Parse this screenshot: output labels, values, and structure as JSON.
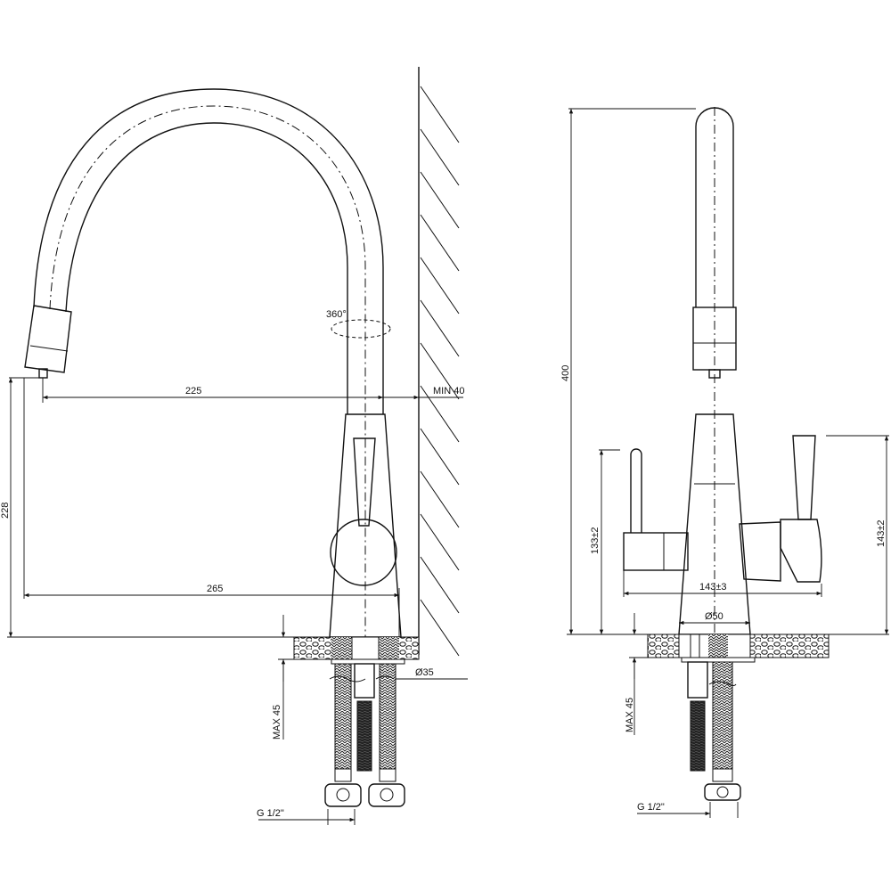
{
  "side_view": {
    "rotation_label": "360°",
    "reach_label": "225",
    "wall_clearance_label": "MIN 40",
    "spout_height_label": "228",
    "base_reach_label": "265",
    "hole_diameter_label": "Ø35",
    "max_thickness_label": "MAX 45",
    "connection_label": "G 1/2\""
  },
  "front_view": {
    "total_height_label": "400",
    "left_handle_height_label": "133±2",
    "right_handle_height_label": "143±2",
    "handle_span_label": "143±3",
    "base_diameter_label": "Ø50",
    "max_thickness_label": "MAX 45",
    "connection_label": "G 1/2\""
  },
  "colors": {
    "line": "#111111",
    "background": "#ffffff"
  }
}
